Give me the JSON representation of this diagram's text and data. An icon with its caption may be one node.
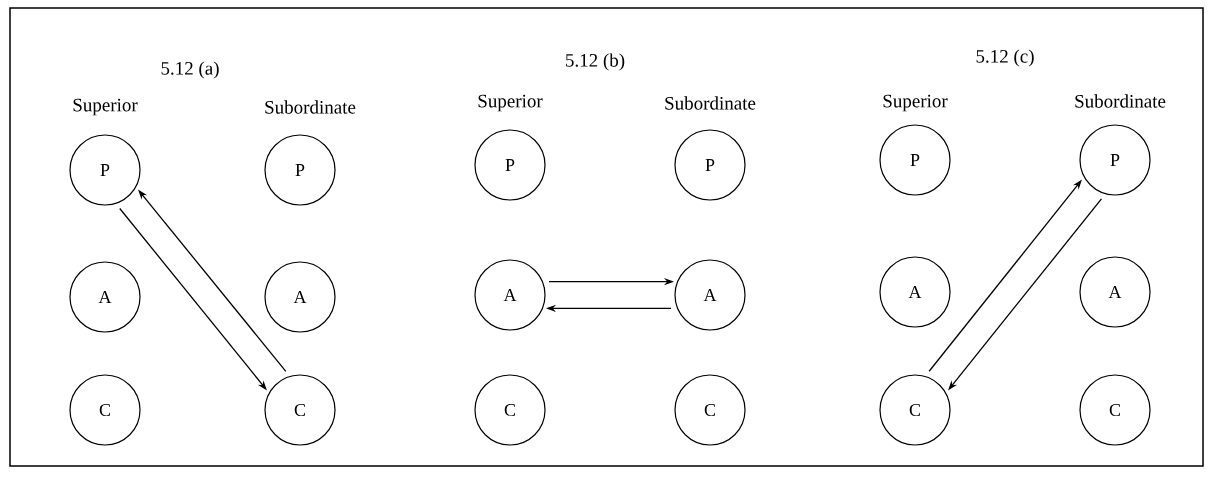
{
  "diagram": {
    "nodes": [
      {
        "text": [
          "P"
        ]
      },
      {
        "text": [
          "P"
        ]
      },
      {
        "text": [
          "A"
        ]
      },
      {
        "text": [
          "A"
        ]
      },
      {
        "text": [
          "C"
        ]
      },
      {
        "text": [
          "C"
        ]
      },
      {
        "text": [
          "P"
        ]
      },
      {
        "text": [
          "P"
        ]
      },
      {
        "text": [
          "A"
        ]
      },
      {
        "text": [
          "A"
        ]
      },
      {
        "text": [
          "C"
        ]
      },
      {
        "text": [
          "C"
        ]
      },
      {
        "text": [
          "P"
        ]
      },
      {
        "text": [
          "P"
        ]
      },
      {
        "text": [
          "A"
        ]
      },
      {
        "text": [
          "A"
        ]
      },
      {
        "text": [
          "C"
        ]
      },
      {
        "text": [
          "C"
        ]
      }
    ],
    "edges": [
      {
        "from": 0,
        "to": 5,
        "arrow": "to"
      },
      {
        "from": 5,
        "to": 0,
        "arrow": "to"
      },
      {
        "from": 8,
        "to": 9,
        "arrow": "to"
      },
      {
        "from": 9,
        "to": 8,
        "arrow": "to"
      },
      {
        "from": 16,
        "to": 13,
        "arrow": "to"
      },
      {
        "from": 13,
        "to": 16,
        "arrow": "to"
      }
    ],
    "labels": [
      "5.12 (a)",
      "5.12 (b)",
      "5.12 (c)",
      "Superior",
      "Subordinate",
      "Superior",
      "Subordinate",
      "Superior",
      "Subordinate"
    ]
  }
}
